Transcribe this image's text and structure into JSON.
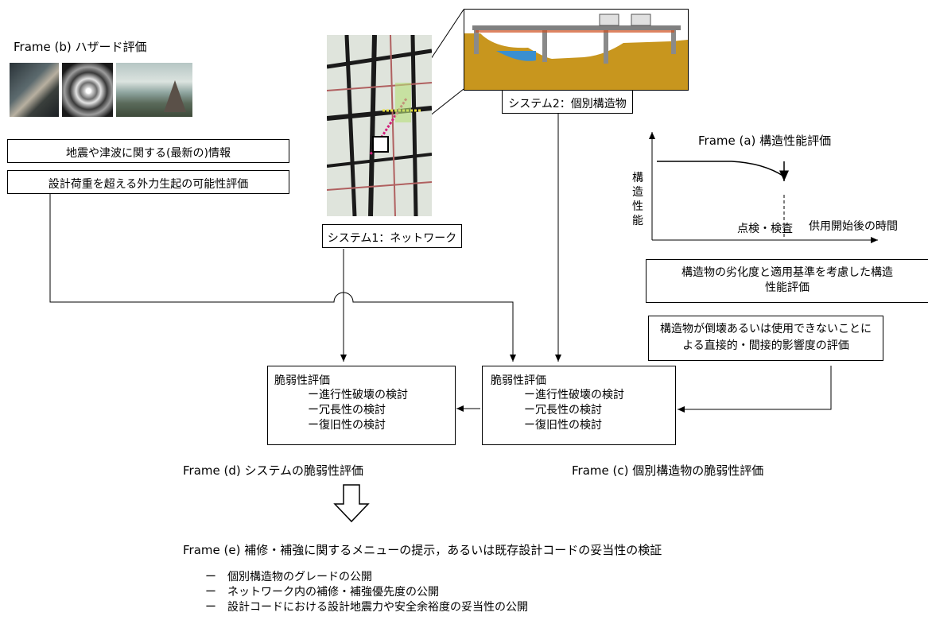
{
  "frame_b": {
    "title": "Frame (b) ハザード評価",
    "info_box": "地震や津波に関する(最新の)情報",
    "possibility_box": "設計荷重を超える外力生起の可能性評価"
  },
  "system1": {
    "label": "システム1：ネットワーク"
  },
  "system2": {
    "label": "システム2：個別構造物"
  },
  "frame_a": {
    "title": "Frame (a)  構造性能評価",
    "y_axis_label": "構造性能",
    "x_axis_label": "供用開始後の時間",
    "inspection_label": "点検・検査",
    "assessment_box": "構造物の劣化度と適用基準を考慮した構造性能評価",
    "impact_box": "構造物が倒壊あるいは使用できないことによる直接的・間接的影響度の評価"
  },
  "frame_d": {
    "title": "Frame (d)  システムの脆弱性評価",
    "box_title": "脆弱性評価",
    "items": [
      "ー進行性破壊の検討",
      "ー冗長性の検討",
      "ー復旧性の検討"
    ]
  },
  "frame_c": {
    "title": "Frame (c)  個別構造物の脆弱性評価",
    "box_title": "脆弱性評価",
    "items": [
      "ー進行性破壊の検討",
      "ー冗長性の検討",
      "ー復旧性の検討"
    ]
  },
  "frame_e": {
    "title": "Frame (e)  補修・補強に関するメニューの提示，あるいは既存設計コードの妥当性の検証",
    "items": [
      "ー　個別構造物のグレードの公開",
      "ー　ネットワーク内の補修・補強優先度の公開",
      "ー　設計コードにおける設計地震力や安全余裕度の妥当性の公開"
    ]
  },
  "colors": {
    "ground": "#c8961e",
    "water": "#3a8fd0",
    "map_bg": "#dfe4dc",
    "road": "#1a1a1a",
    "pink_route": "#d0207a"
  }
}
